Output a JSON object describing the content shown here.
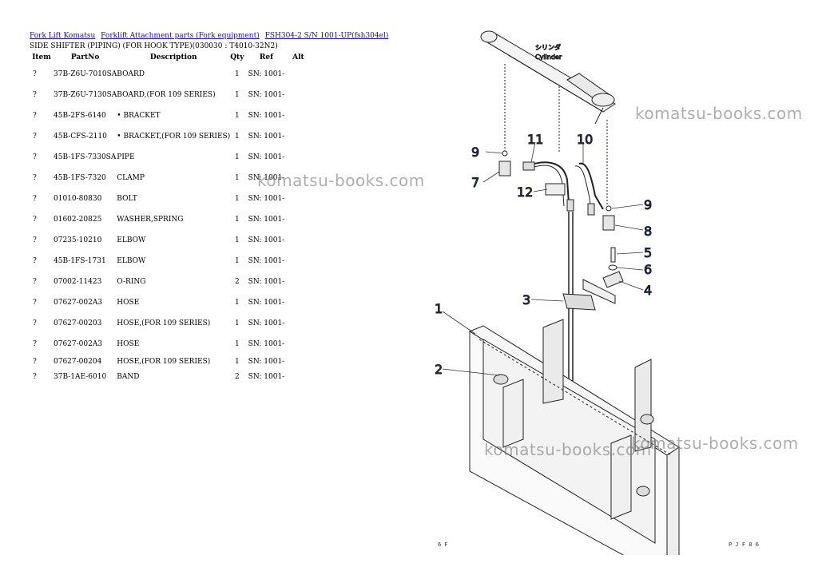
{
  "breadcrumb": [
    {
      "label": "Fork Lift Komatsu"
    },
    {
      "label": "Forklift Attachment parts (Fork equipment)"
    },
    {
      "label": "FSH304-2 S/N 1001-UP(fsh304el)"
    }
  ],
  "subtitle": "SIDE SHIFTER (PIPING) (FOR HOOK TYPE)(030030 : T4010-32N2)",
  "table": {
    "headers": [
      "Item",
      "PartNo",
      "Description",
      "Qty",
      "Ref",
      "Alt"
    ],
    "rows": [
      {
        "item": "?",
        "partno": "37B-Z6U-7010SA",
        "desc": "BOARD",
        "qty": "1",
        "ref": "SN: 1001-"
      },
      {
        "item": "?",
        "partno": "37B-Z6U-7130SA",
        "desc": "BOARD,(FOR 109 SERIES)",
        "qty": "1",
        "ref": "SN: 1001-"
      },
      {
        "item": "?",
        "partno": "45B-2FS-6140",
        "desc": "• BRACKET",
        "qty": "1",
        "ref": "SN: 1001-"
      },
      {
        "item": "?",
        "partno": "45B-CFS-2110",
        "desc": "• BRACKET,(FOR 109 SERIES)",
        "qty": "1",
        "ref": "SN: 1001-"
      },
      {
        "item": "?",
        "partno": "45B-1FS-7330SA",
        "desc": "PIPE",
        "qty": "1",
        "ref": "SN: 1001-"
      },
      {
        "item": "?",
        "partno": "45B-1FS-7320",
        "desc": "CLAMP",
        "qty": "1",
        "ref": "SN: 1001-"
      },
      {
        "item": "?",
        "partno": "01010-80830",
        "desc": "BOLT",
        "qty": "1",
        "ref": "SN: 1001-"
      },
      {
        "item": "?",
        "partno": "01602-20825",
        "desc": "WASHER,SPRING",
        "qty": "1",
        "ref": "SN: 1001-"
      },
      {
        "item": "?",
        "partno": "07235-10210",
        "desc": "ELBOW",
        "qty": "1",
        "ref": "SN: 1001-"
      },
      {
        "item": "?",
        "partno": "45B-1FS-1731",
        "desc": "ELBOW",
        "qty": "1",
        "ref": "SN: 1001-"
      },
      {
        "item": "?",
        "partno": "07002-11423",
        "desc": "O-RING",
        "qty": "2",
        "ref": "SN: 1001-"
      },
      {
        "item": "?",
        "partno": "07627-002A3",
        "desc": "HOSE",
        "qty": "1",
        "ref": "SN: 1001-"
      },
      {
        "item": "?",
        "partno": "07627-00203",
        "desc": "HOSE,(FOR 109 SERIES)",
        "qty": "1",
        "ref": "SN: 1001-"
      },
      {
        "item": "?",
        "partno": "07627-002A3",
        "desc": "HOSE",
        "qty": "1",
        "ref": "SN: 1001-"
      },
      {
        "item": "?",
        "partno": "07627-00204",
        "desc": "HOSE,(FOR 109 SERIES)",
        "qty": "1",
        "ref": "SN: 1001-"
      },
      {
        "item": "?",
        "partno": "37B-1AE-6010",
        "desc": "BAND",
        "qty": "2",
        "ref": "SN: 1001-"
      }
    ]
  },
  "diagram": {
    "label_jp": "シリンダ",
    "label_en": "Cylinder",
    "callouts": [
      "1",
      "2",
      "3",
      "4",
      "5",
      "6",
      "7",
      "8",
      "9",
      "9",
      "10",
      "11",
      "12"
    ],
    "footer_left": "6 F",
    "footer_right": "P J F 8 6",
    "accent_color": "#1a2a9a"
  },
  "watermark": "komatsu-books.com"
}
